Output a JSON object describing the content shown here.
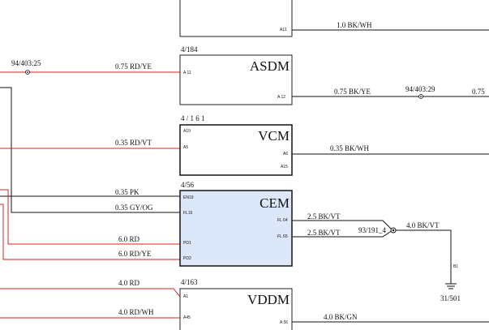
{
  "colors": {
    "red_wire": "#d42020",
    "black_wire": "#111111",
    "cem_fill": "#dce8fa",
    "box_stroke": "#222222"
  },
  "components": {
    "top": {
      "pin_a11": "A11"
    },
    "asdm": {
      "ref": "4/184",
      "title": "ASDM",
      "pin_a11": "A 11",
      "pin_a12": "A 12"
    },
    "vcm": {
      "ref": "4 / 1 6 1",
      "title": "VCM",
      "pin_a19": "A19",
      "pin_a5": "A5",
      "pin_a6": "A6",
      "pin_a15": "A15"
    },
    "cem": {
      "ref": "4/56",
      "title": "CEM",
      "pin_en19": "EN19",
      "pin_fl16": "FL16",
      "pin_pd1": "PD1",
      "pin_pd2": "PD2",
      "pin_fl64": "FL 64",
      "pin_fl65": "FL 65"
    },
    "vddm": {
      "ref": "4/163",
      "title": "VDDM",
      "pin_a1": "A1",
      "pin_a45": "A45",
      "pin_a56": "A 56"
    }
  },
  "wires": {
    "w_top_right": "1.0 BK/WH",
    "w_asdm_in": "0.75 RD/YE",
    "w_asdm_out": "0.75 BK/YE",
    "w_asdm_out_far": "0.75",
    "w_vcm_in": "0.35 RD/VT",
    "w_vcm_out": "0.35 BK/WH",
    "w_cem_pk": "0.35 PK",
    "w_cem_gy": "0.35 GY/OG",
    "w_cem_rd": "6.0 RD",
    "w_cem_rdye": "6.0 RD/YE",
    "w_cem_fl64": "2.5 BK/VT",
    "w_cem_fl65": "2.5 BK/VT",
    "w_ground": "4.0 BK/VT",
    "w_vddm_rd": "4.0 RD",
    "w_vddm_rdwh": "4.0 RD/WH",
    "w_vddm_out": "4.0 BK/GN"
  },
  "splices": {
    "left": "94/403:25",
    "right": "94/403:29",
    "junction": "93/191_4"
  },
  "ground": {
    "pin": "B1",
    "ref": "31/501"
  }
}
